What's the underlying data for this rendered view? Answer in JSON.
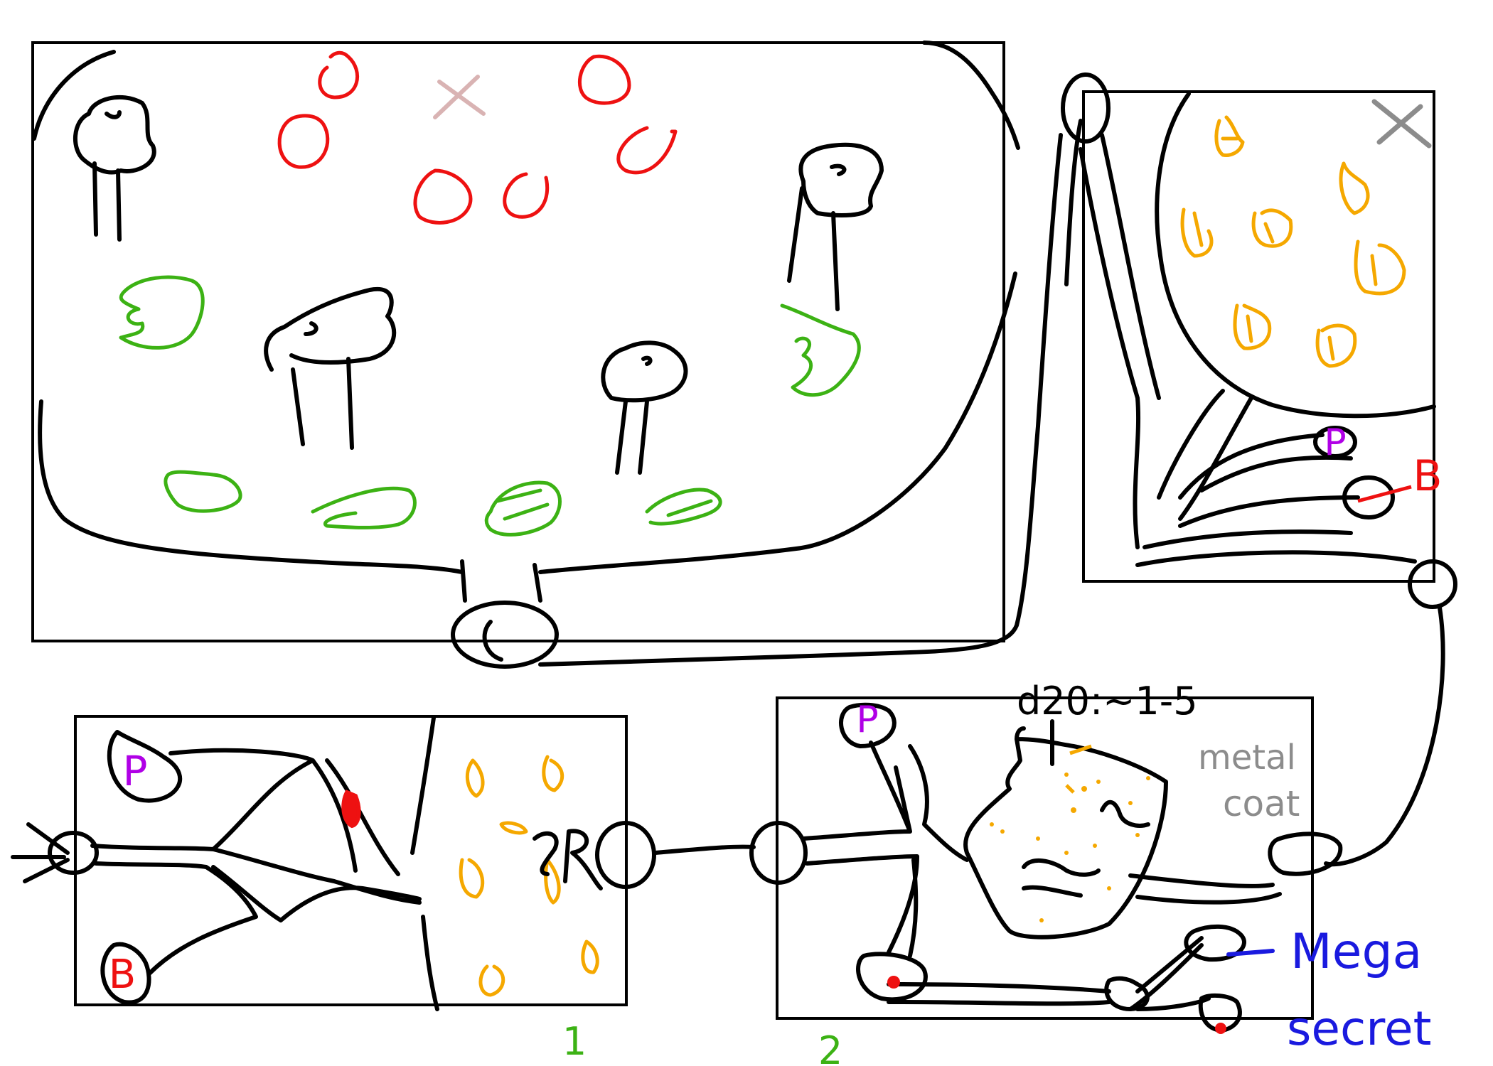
{
  "labels": {
    "roll_note": "d20:~1-5",
    "metal_coat_1": "metal",
    "metal_coat_2": "coat",
    "mega_secret_1": "Mega",
    "mega_secret_2": "secret",
    "room_1": "1",
    "room_2": "2",
    "marker_p": "P",
    "marker_b": "B",
    "marker_x": "X"
  },
  "colors": {
    "ink": "#000000",
    "red": "#ee1111",
    "green": "#3cb214",
    "orange": "#f5a800",
    "purple": "#b000e6",
    "blue": "#1a1adf",
    "grey": "#8c8c8c",
    "pale": "#d9b3b3"
  }
}
